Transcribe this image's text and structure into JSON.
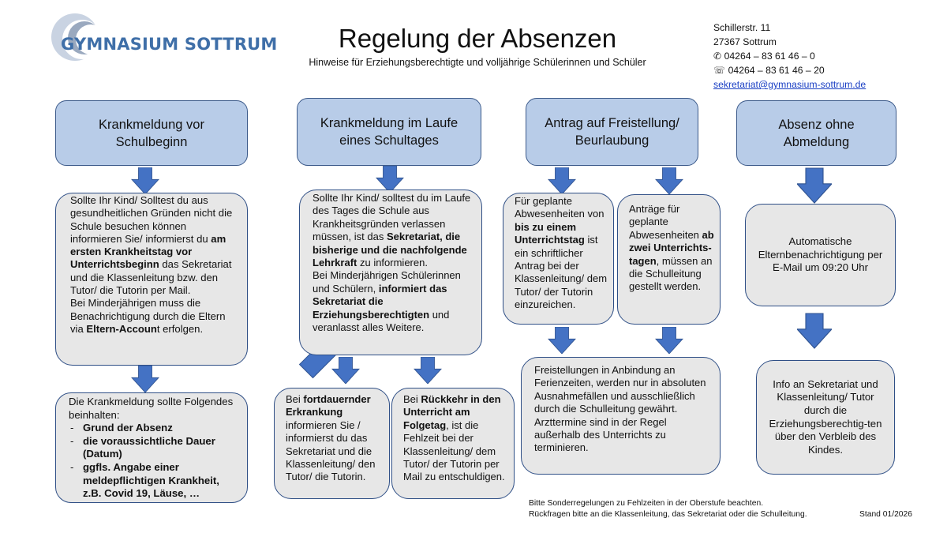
{
  "header": {
    "logo_text": "GYMNASIUM SOTTRUM",
    "title": "Regelung der Absenzen",
    "subtitle": "Hinweise für Erziehungsberechtigte und volljährige Schülerinnen und Schüler",
    "contact": {
      "street": "Schillerstr. 11",
      "city": "27367 Sottrum",
      "phone": "04264 – 83 61 46 – 0",
      "fax": "04264 – 83 61 46 – 20",
      "email": "sekretariat@gymnasium-sottrum.de"
    }
  },
  "colors": {
    "header_fill": "#b8cce8",
    "box_fill": "#e7e7e7",
    "border": "#2f4f86",
    "arrow": "#4472c4"
  },
  "columns": {
    "col1": {
      "heading": "Krankmeldung vor Schulbeginn",
      "box1": {
        "t1": "Sollte Ihr Kind/ Solltest du aus gesundheitlichen Gründen nicht die Schule besuchen können informieren Sie/ informierst du ",
        "t1b": "am ersten Krankheitstag vor Unterrichtsbeginn",
        "t2": " das Sekretariat und die Klassenleitung bzw. den Tutor/ die Tutorin per Mail.",
        "t3": "Bei Minderjährigen muss die Benachrichtigung durch die Eltern via ",
        "t3b": "Eltern-Accoun",
        "t4": "t erfolgen."
      },
      "box2": {
        "intro": "Die Krankmeldung sollte Folgendes beinhalten:",
        "items": [
          "Grund der Absenz",
          "die voraussichtliche Dauer (Datum)",
          "ggfls. Angabe einer meldepflichtigen Krankheit, z.B. Covid 19, Läuse, …"
        ]
      }
    },
    "col2": {
      "heading": "Krankmeldung im Laufe eines Schultages",
      "box1": {
        "t1": "Sollte Ihr Kind/ solltest du im Laufe des Tages die Schule aus Krankheitsgründen verlassen müssen, ist das ",
        "t1b": "Sekretariat, die bisherige und die nachfolgende Lehrkraft",
        "t2": " zu informieren.",
        "t3": "Bei Minderjährigen Schülerinnen und Schülern, ",
        "t3b": "informiert das Sekretariat die Erziehungsberechtigten",
        "t4": " und veranlasst alles Weitere."
      },
      "box2": {
        "t1": "Bei ",
        "t1b": "fortdauernder Erkrankung",
        "t2": " informieren Sie / informierst du das Sekretariat und die Klassenleitung/ den Tutor/ die Tutorin."
      },
      "box3": {
        "t1": "Bei ",
        "t1b": "Rückkehr in den Unterricht am Folgetag",
        "t2": ", ist die Fehlzeit bei der Klassenleitung/ dem Tutor/ der Tutorin per Mail zu entschuldigen."
      }
    },
    "col3": {
      "heading": "Antrag auf Freistellung/ Beurlaubung",
      "box1": {
        "t1": "Für geplante Abwesenheiten von ",
        "t1b": "bis zu einem Unterrichtstag",
        "t2": " ist ein schriftlicher Antrag bei der Klassenleitung/ dem Tutor/ der Tutorin einzureichen."
      },
      "box2": {
        "t1": "Anträge für geplante Abwesenheiten ",
        "t1b": "ab zwei Unterrichts-tagen",
        "t2": ", müssen an die Schulleitung gestellt werden."
      },
      "box3": {
        "p1": "Freistellungen in Anbindung an Ferienzeiten, werden nur in absoluten Ausnahmefällen und ausschließlich durch die Schulleitung gewährt.",
        "p2": "Arzttermine sind in der Regel außerhalb des Unterrichts zu terminieren."
      }
    },
    "col4": {
      "heading": "Absenz ohne Abmeldung",
      "box1": "Automatische Elternbenachrichtigung per E-Mail um 09:20 Uhr",
      "box2": "Info an Sekretariat und Klassenleitung/ Tutor durch die Erziehungsberechtig-ten über den Verbleib des Kindes."
    }
  },
  "footer": {
    "line1": "Bitte Sonderregelungen zu Fehlzeiten in der Oberstufe beachten.",
    "line2": "Rückfragen bitte an die Klassenleitung, das Sekretariat oder die Schulleitung.",
    "stand": "Stand 01/2026"
  }
}
